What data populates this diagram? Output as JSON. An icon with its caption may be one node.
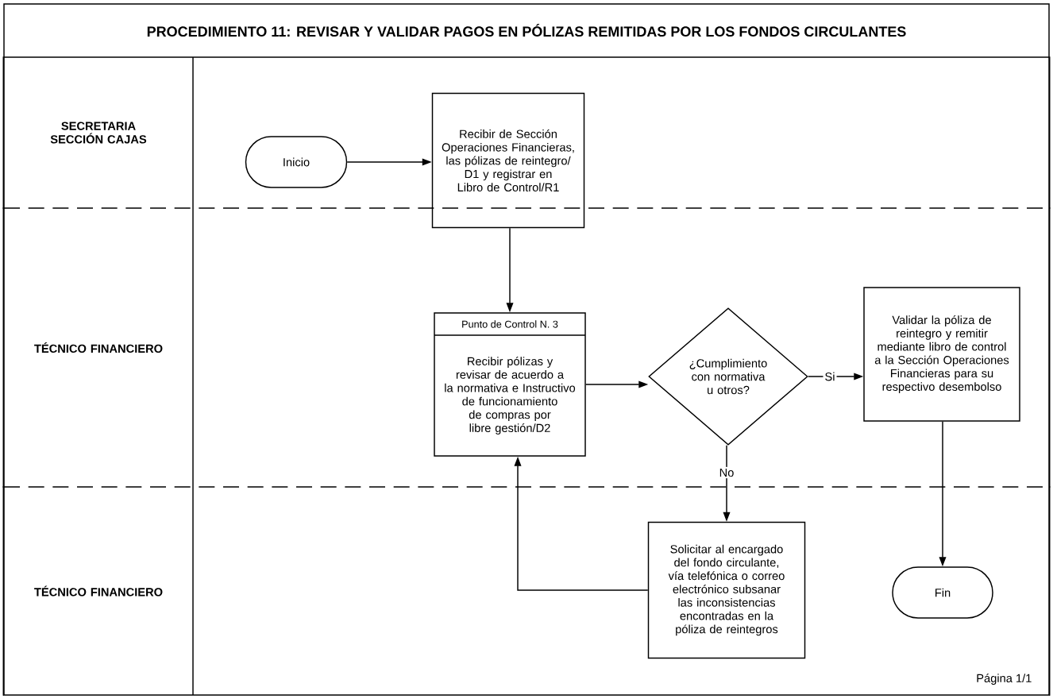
{
  "diagram": {
    "title": "PROCEDIMIENTO 11: REVISAR Y VALIDAR PAGOS EN PÓLIZAS REMITIDAS POR LOS FONDOS CIRCULANTES",
    "nodes": [
      {
        "text": [
          "SECRETARIA SECCIÓN CAJAS"
        ]
      },
      {
        "text": [
          "TÉCNICO FINANCIERO"
        ]
      },
      {
        "text": [
          "TÉCNICO FINANCIERO"
        ]
      },
      {
        "text": [
          "Inicio"
        ],
        "in": 0
      },
      {
        "text": [
          "Recibir de Sección Operaciones Financieras, las pólizas de reintegro/ D1 y registrar en Libro de Control/R1"
        ]
      },
      {
        "text": [
          "Punto de Control N. 3",
          "Recibir pólizas y revisar de acuerdo a la normativa e Instructivo de funcionamiento de compras por libre gestión/D2"
        ],
        "in": 1
      },
      {
        "text": [
          "¿Cumplimiento con normativa u otros?"
        ],
        "in": 1
      },
      {
        "text": [
          "Validar la póliza de reintegro y remitir mediante libro de control a la Sección Operaciones Financieras para su respectivo desembolso"
        ],
        "in": 1
      },
      {
        "text": [
          "Solicitar al encargado del fondo circulante, vía telefónica o correo electrónico subsanar las inconsistencias encontradas en la póliza de reintegros"
        ],
        "in": 2
      },
      {
        "text": [
          "Fin"
        ],
        "in": 2
      }
    ],
    "edges": [
      {
        "from": 3,
        "to": 4,
        "arrow": "to"
      },
      {
        "from": 4,
        "to": 5,
        "arrow": "to"
      },
      {
        "from": 5,
        "to": 6,
        "arrow": "to"
      },
      {
        "from": 6,
        "to": 7,
        "arrow": "to",
        "label": "Si"
      },
      {
        "from": 6,
        "to": 8,
        "arrow": "to",
        "label": "No"
      },
      {
        "from": 8,
        "to": 5,
        "arrow": "to"
      },
      {
        "from": 7,
        "to": 9,
        "arrow": "to"
      }
    ],
    "labels": [
      "Página 1/1"
    ]
  }
}
